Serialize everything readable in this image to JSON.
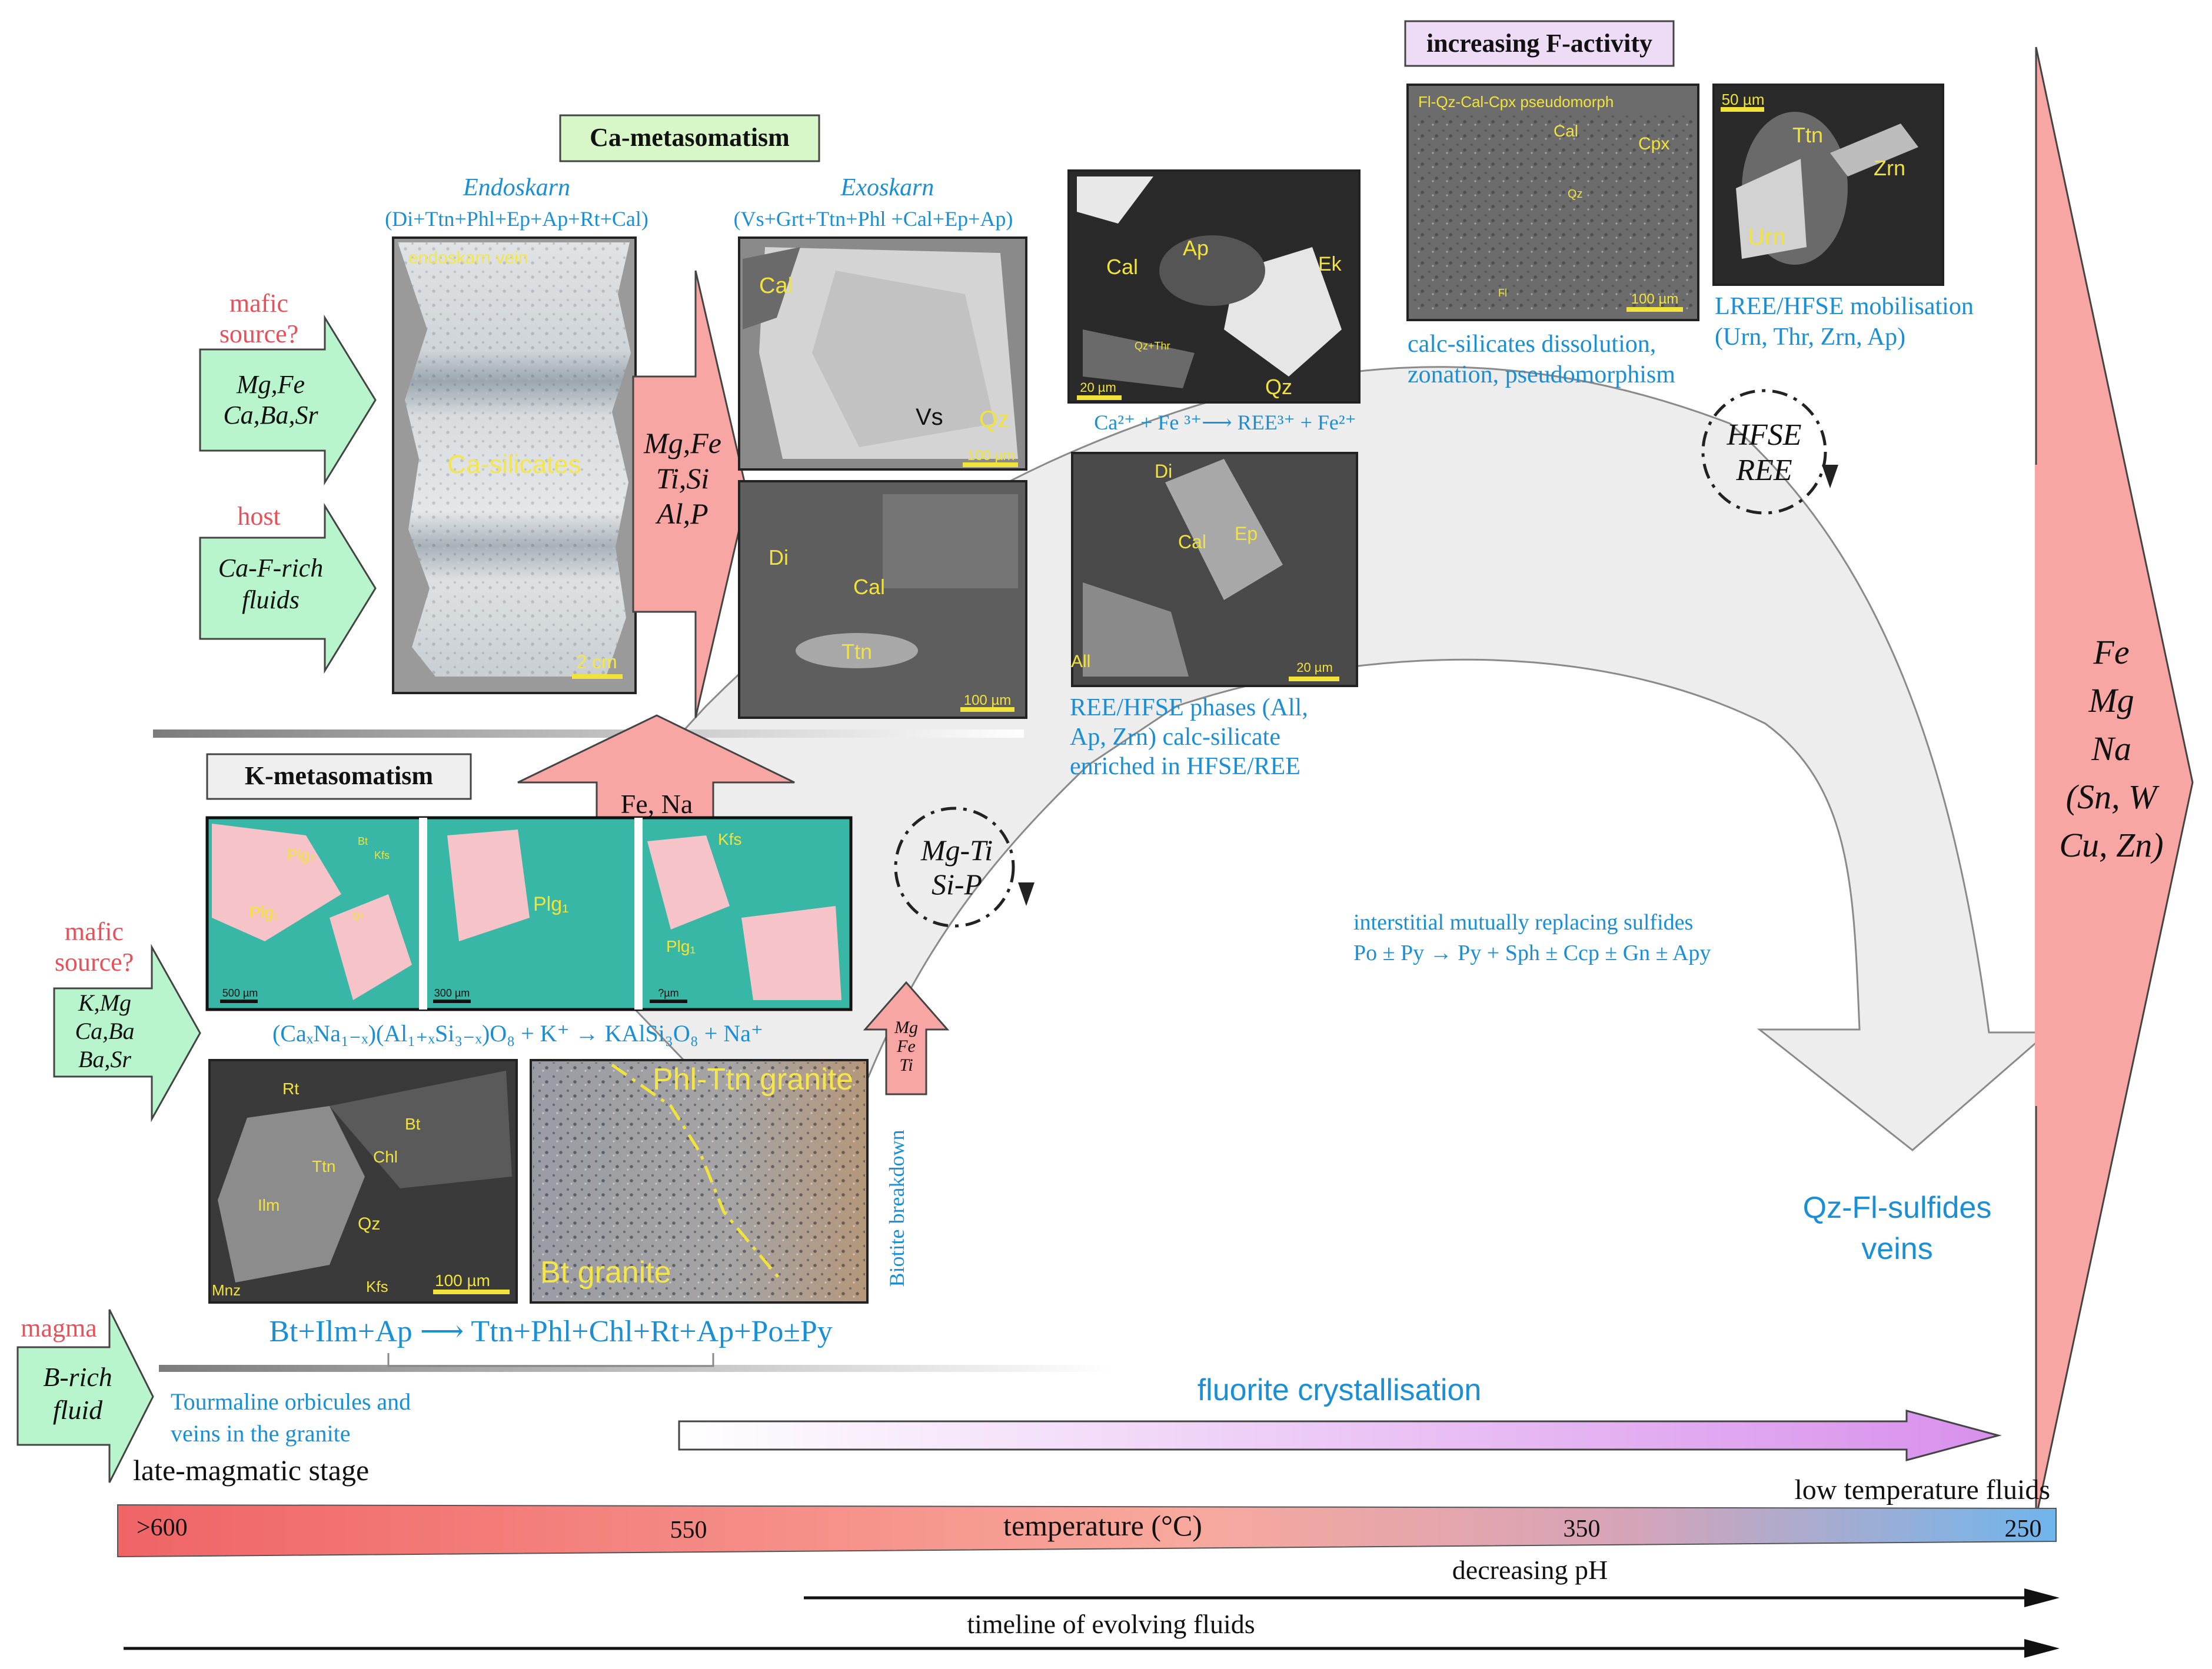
{
  "top_labels": {
    "f_activity": "increasing F-activity",
    "ca_meta": "Ca-metasomatism",
    "k_meta": "K-metasomatism"
  },
  "colors": {
    "green_arrow": "#b8f5cc",
    "pink_arrow": "#f7a6a4",
    "red_text": "#e8515a",
    "blue_text": "#1a8fd6",
    "label_yellow": "#f2e33a",
    "purple_box": "#eedcf6",
    "light_green_box": "#d8f7c8"
  },
  "sources": {
    "s1_title": "mafic\nsource?",
    "s1_body": "Mg,Fe\nCa,Ba,Sr",
    "s2_title": "host",
    "s2_body": "Ca-F-rich\nfluids",
    "s3_title": "mafic\nsource?",
    "s3_body": "K,Mg\nCa,Ba\nBa,Sr",
    "s4_title": "magma",
    "s4_body": "B-rich\nfluid"
  },
  "ca_section": {
    "endoskarn_title": "Endoskarn",
    "endoskarn_formula": "(Di+Ttn+Phl+Ep+Ap+Rt+Cal)",
    "exoskarn_title": "Exoskarn",
    "exoskarn_formula": "(Vs+Grt+Ttn+Phl +Cal+Ep+Ap)",
    "endoskarn_vein": "endoskarn vein",
    "ca_silicates": "Ca-silicates",
    "scale_2cm": "2 cm",
    "big_arrow": "Mg,Fe\nTi,Si\nAl,P",
    "exo1_labels": [
      "Cal",
      "Vs",
      "Qz"
    ],
    "exo1_scale": "100 µm",
    "exo2_labels": [
      "Di",
      "Cal",
      "Ttn"
    ],
    "exo2_scale": "100 µm"
  },
  "ree_section": {
    "img1_labels": [
      "Cal",
      "Ap",
      "Ek",
      "Qz+Thr",
      "Qz"
    ],
    "img1_scale": "20 µm",
    "reaction": "Ca²⁺ + Fe ³⁺⟶ REE³⁺ + Fe²⁺",
    "img2_labels": [
      "Di",
      "Cal",
      "Ep",
      "All"
    ],
    "img2_scale": "20 µm",
    "phases_text": "REE/HFSE phases (All,\nAp, Zrn) calc-silicate\nenriched in HFSE/REE"
  },
  "f_section": {
    "img1_title": "Fl-Qz-Cal-Cpx pseudomorph",
    "img1_labels": [
      "Cal",
      "Cpx",
      "Qz",
      "Fl"
    ],
    "img1_scale": "100 µm",
    "img1_caption": "calc-silicates dissolution,\nzonation, pseudomorphism",
    "img2_scale": "50 µm",
    "img2_labels": [
      "Ttn",
      "Zrn",
      "Urn"
    ],
    "img2_caption": "LREE/HFSE mobilisation\n(Urn, Thr, Zrn, Ap)",
    "cycle": "HFSE\nREE"
  },
  "k_section": {
    "fe_na": "Fe, Na",
    "panel_labels": [
      "Plg₂",
      "Bt",
      "Kfs",
      "Plg₁",
      "Qz",
      "Plg₁",
      "Kfs",
      "Plg₁"
    ],
    "scales": [
      "500 µm",
      "300 µm",
      "?µm"
    ],
    "reaction": "(CaₓNa₁₋ₓ)(Al₁₊ₓSi₃₋ₓ)O₈ + K⁺ → KAlSi₃O₈ + Na⁺",
    "mg_ti": "Mg-Ti\nSi-P",
    "bse_labels": [
      "Rt",
      "Bt",
      "Chl",
      "Ttn",
      "Ilm",
      "Qz",
      "Mnz",
      "Kfs"
    ],
    "bse_scale": "100 µm",
    "granite_top": "Phl-Ttn granite",
    "granite_bottom": "Bt granite",
    "small_arrow": "Mg\nFe\nTi",
    "biotite": "Biotite breakdown",
    "bt_reaction": "Bt+Ilm+Ap ⟶ Ttn+Phl+Chl+Rt+Ap+Po±Py",
    "tourmaline": "Tourmaline orbicules and\nveins in the granite"
  },
  "right_section": {
    "sulfides": "interstitial mutually replacing sulfides\nPo ± Py → Py + Sph ± Ccp ± Gn ± Apy",
    "veins": "Qz-Fl-sulfides\nveins",
    "big_arrow": "Fe\nMg\nNa\n(Sn, W\nCu, Zn)"
  },
  "bottom": {
    "fluorite": "fluorite crystallisation",
    "late_magmatic": "late-magmatic stage",
    "low_temp": "low temperature fluids",
    "t600": ">600",
    "t550": "550",
    "temperature": "temperature (°C)",
    "t350": "350",
    "t250": "250",
    "ph": "decreasing pH",
    "timeline": "timeline of evolving fluids"
  }
}
